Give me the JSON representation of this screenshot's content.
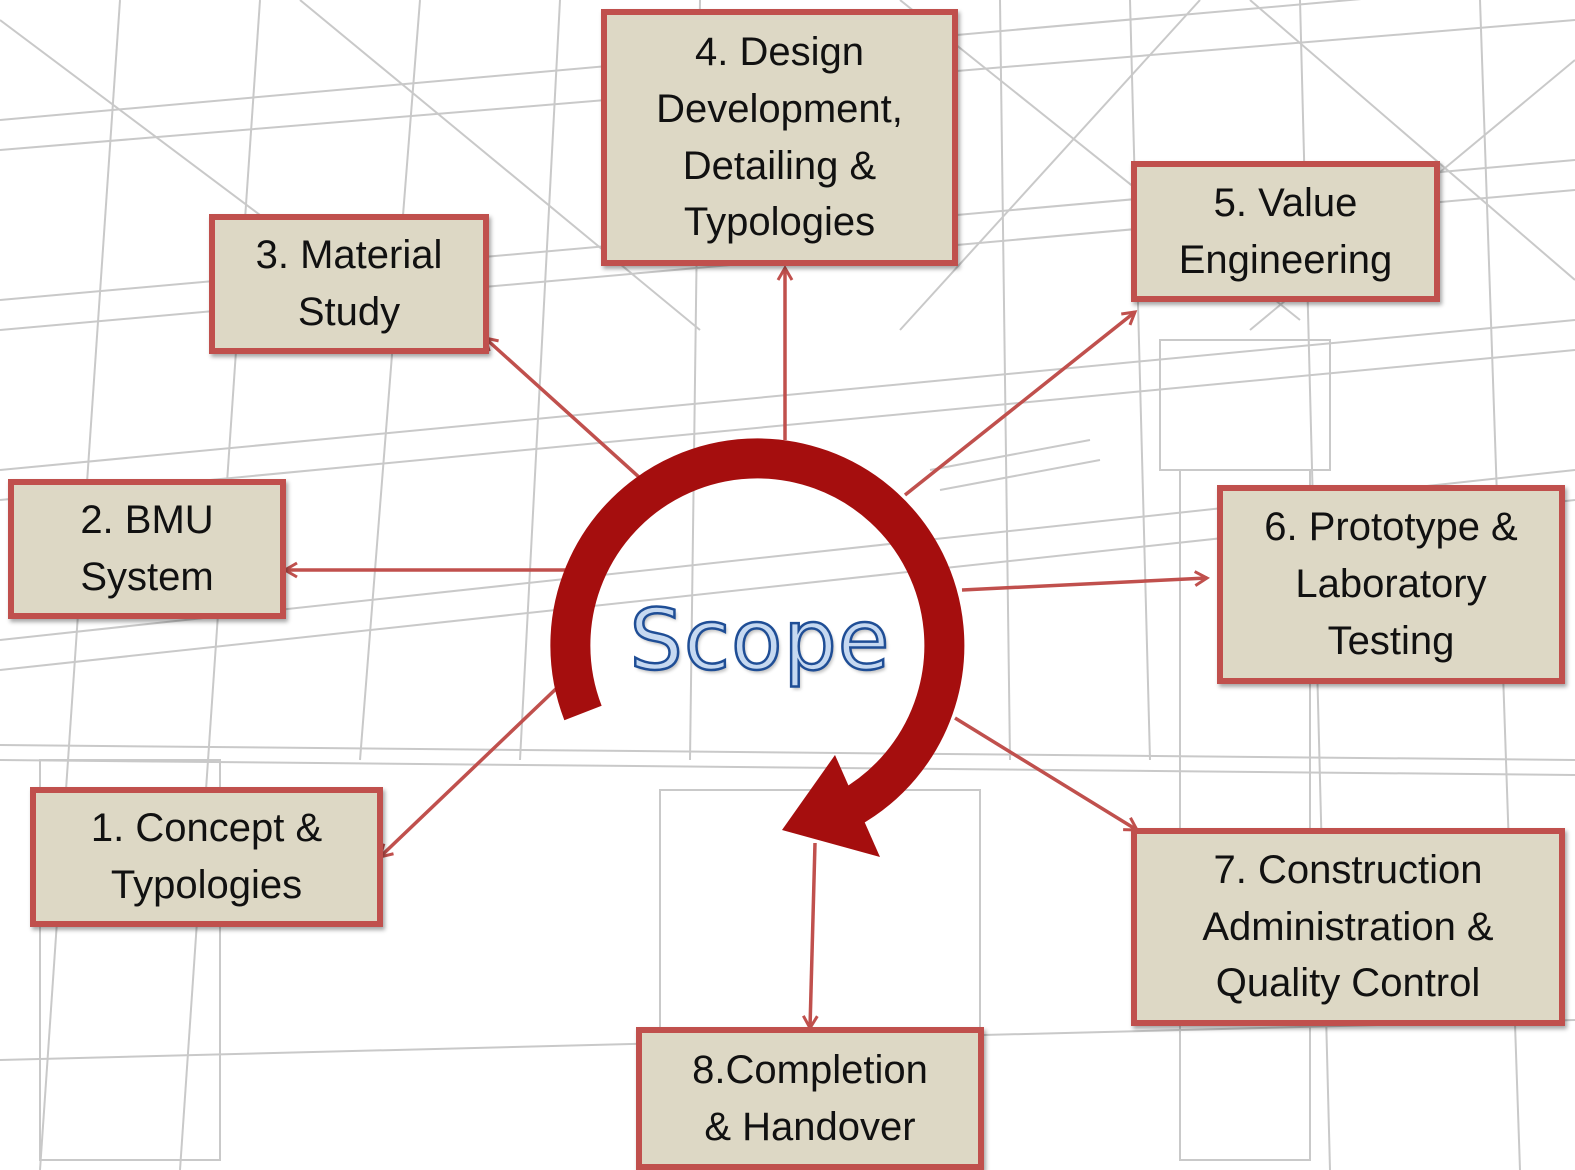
{
  "center": {
    "label": "Scope"
  },
  "steps": [
    {
      "label": "1. Concept &\nTypologies"
    },
    {
      "label": "2. BMU\nSystem"
    },
    {
      "label": "3. Material\nStudy"
    },
    {
      "label": "4. Design\nDevelopment,\nDetailing &\nTypologies"
    },
    {
      "label": "5. Value\nEngineering"
    },
    {
      "label": "6. Prototype &\nLaboratory\nTesting"
    },
    {
      "label": "7. Construction\nAdministration &\nQuality Control"
    },
    {
      "label": "8.Completion\n& Handover"
    }
  ],
  "colors": {
    "box_fill": "#ddd8c5",
    "box_border": "#c0504d",
    "arrow": "#c0504d",
    "cycle_arrow": "#a50e0e",
    "scope_text_fill": "#c6d9f1",
    "scope_text_outline": "#1f4e96"
  }
}
